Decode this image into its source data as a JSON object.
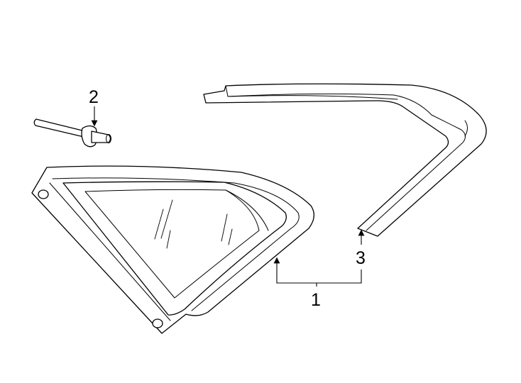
{
  "callouts": [
    {
      "id": "1",
      "label": "1"
    },
    {
      "id": "2",
      "label": "2"
    },
    {
      "id": "3",
      "label": "3"
    }
  ],
  "parts": [
    {
      "callout": "1",
      "icon": "quarter-window-glass-icon"
    },
    {
      "callout": "2",
      "icon": "rivet-fastener-icon"
    },
    {
      "callout": "3",
      "icon": "window-molding-trim-icon"
    }
  ],
  "colors": {
    "line": "#000000",
    "background": "#ffffff"
  }
}
